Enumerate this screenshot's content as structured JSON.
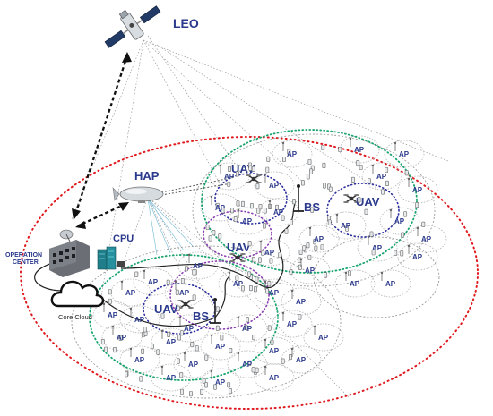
{
  "labels": {
    "leo": "LEO",
    "hap": "HAP",
    "cpu": "CPU",
    "operation_center": [
      "OPERATION",
      "CENTER"
    ],
    "core_cloud": "Core Cloud",
    "uav": "UAV",
    "bs": "BS",
    "ap": "AP"
  },
  "colors": {
    "label_blue": "#2b3a8c",
    "outer_boundary_red": "#e0191e",
    "cluster_green": "#1aa56f",
    "inner_blue": "#2b2f9e",
    "inner_purple": "#8a3fb0",
    "building": "#5f6368",
    "cpu_teal": "#1f7e8a"
  }
}
